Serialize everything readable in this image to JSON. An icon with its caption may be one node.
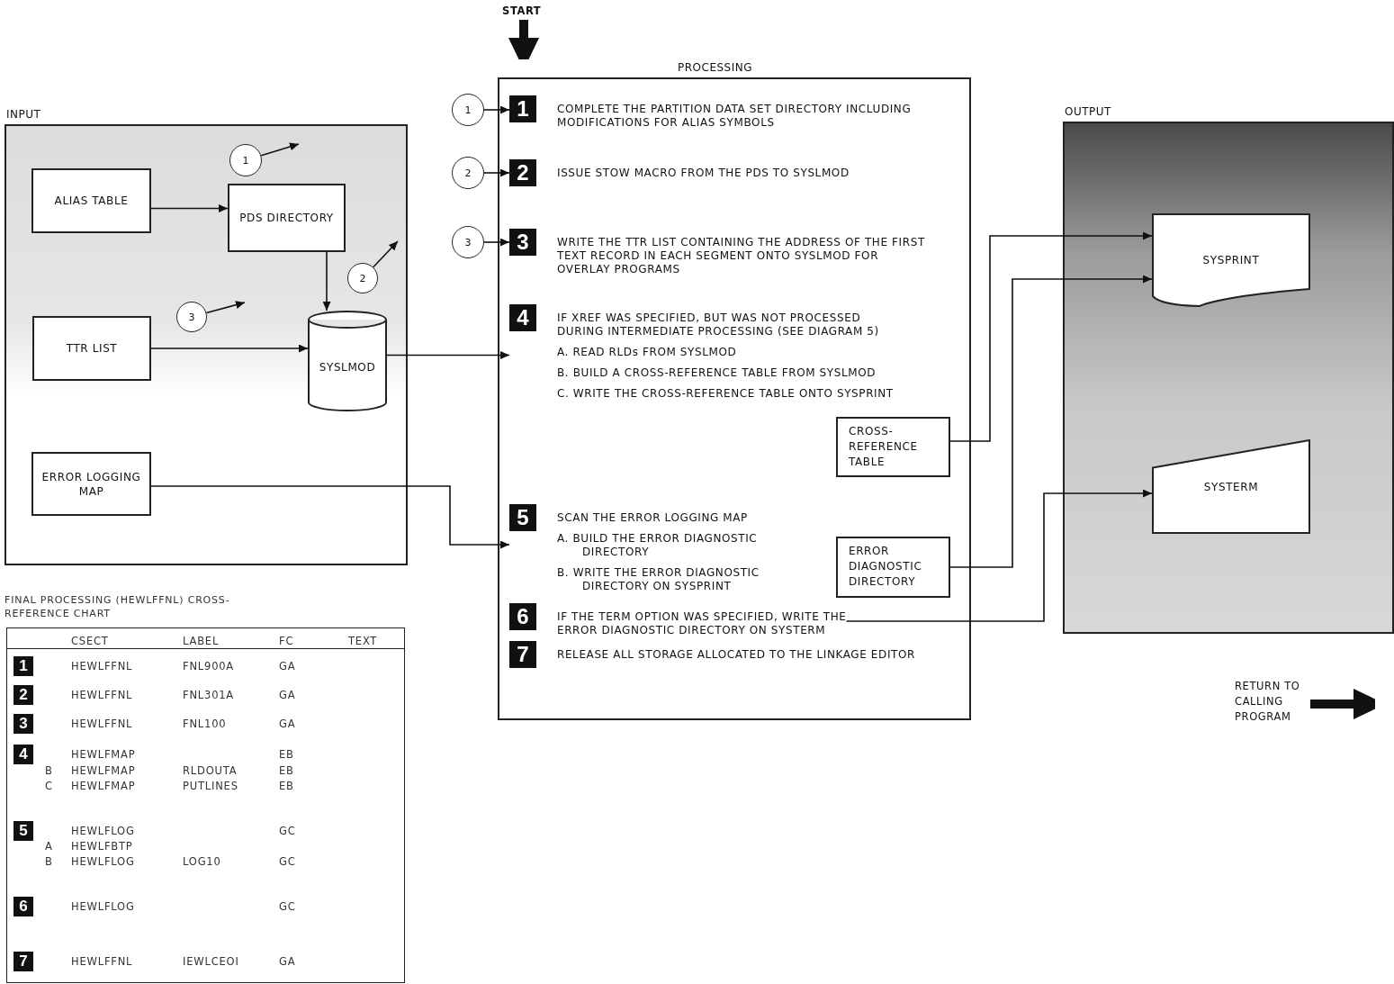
{
  "diagram": {
    "nodes": [
      {
        "text": [
          "INPUT"
        ]
      },
      {
        "text": [
          "ALIAS TABLE"
        ],
        "in": 0
      },
      {
        "text": [
          "PDS DIRECTORY"
        ],
        "in": 0
      },
      {
        "text": [
          "TTR LIST"
        ],
        "in": 0
      },
      {
        "text": [
          "SYSLMOD"
        ],
        "in": 0
      },
      {
        "text": [
          "ERROR LOGGING MAP"
        ],
        "in": 0
      },
      {
        "text": [
          "1"
        ],
        "in": 0
      },
      {
        "text": [
          "2"
        ],
        "in": 0
      },
      {
        "text": [
          "3"
        ],
        "in": 0
      },
      {
        "text": [
          "PROCESSING"
        ]
      },
      {
        "text": [
          "1"
        ],
        "in": 9,
        "beside": [
          "COMPLETE THE PARTITION DATA SET DIRECTORY INCLUDING MODIFICATIONS FOR ALIAS SYMBOLS"
        ]
      },
      {
        "text": [
          "2"
        ],
        "in": 9,
        "beside": [
          "ISSUE STOW MACRO FROM THE PDS TO SYSLMOD"
        ]
      },
      {
        "text": [
          "3"
        ],
        "in": 9,
        "beside": [
          "WRITE THE TTR LIST CONTAINING THE ADDRESS OF THE FIRST TEXT RECORD IN EACH SEGMENT ONTO SYSLMOD FOR OVERLAY PROGRAMS"
        ]
      },
      {
        "text": [
          "4"
        ],
        "in": 9,
        "beside": [
          "IF XREF WAS SPECIFIED, BUT WAS NOT PROCESSED DURING INTERMEDIATE PROCESSING (SEE DIAGRAM 5)",
          "A. READ RLDs FROM SYSLMOD",
          "B. BUILD A CROSS-REFERENCE TABLE FROM SYSLMOD",
          "C. WRITE THE CROSS-REFERENCE TABLE ONTO SYSPRINT"
        ]
      },
      {
        "text": [
          "5"
        ],
        "in": 9,
        "beside": [
          "SCAN THE ERROR LOGGING MAP",
          "A. BUILD THE ERROR DIAGNOSTIC DIRECTORY",
          "B. WRITE THE ERROR DIAGNOSTIC DIRECTORY ON SYSPRINT"
        ]
      },
      {
        "text": [
          "6"
        ],
        "in": 9,
        "beside": [
          "IF THE TERM OPTION WAS SPECIFIED, WRITE THE ERROR DIAGNOSTIC DIRECTORY ON SYSTERM"
        ]
      },
      {
        "text": [
          "7"
        ],
        "in": 9,
        "beside": [
          "RELEASE ALL STORAGE ALLOCATED TO THE LINKAGE EDITOR"
        ]
      },
      {
        "text": [
          "1"
        ]
      },
      {
        "text": [
          "2"
        ]
      },
      {
        "text": [
          "3"
        ]
      },
      {
        "text": [
          "CROSS-REFERENCE TABLE"
        ],
        "in": 9
      },
      {
        "text": [
          "ERROR DIAGNOSTIC DIRECTORY"
        ],
        "in": 9
      },
      {
        "text": [
          "OUTPUT"
        ]
      },
      {
        "text": [
          "SYSPRINT"
        ],
        "in": 22
      },
      {
        "text": [
          "SYSTERM"
        ],
        "in": 22
      },
      {
        "text": [
          "START"
        ]
      },
      {
        "text": [
          "RETURN TO CALLING PROGRAM"
        ]
      }
    ],
    "edges": [
      {
        "from": 1,
        "to": 2,
        "arrow": "to"
      },
      {
        "from": 2,
        "to": 4,
        "arrow": "to"
      },
      {
        "from": 3,
        "to": 4,
        "arrow": "to"
      },
      {
        "from": 4,
        "to": 13,
        "arrow": "to"
      },
      {
        "from": 5,
        "to": 14,
        "arrow": "to"
      },
      {
        "from": 6,
        "to": null,
        "arrow": "to"
      },
      {
        "from": 7,
        "to": null,
        "arrow": "to"
      },
      {
        "from": 8,
        "to": null,
        "arrow": "to"
      },
      {
        "from": 17,
        "to": 10,
        "arrow": "to"
      },
      {
        "from": 18,
        "to": 11,
        "arrow": "to"
      },
      {
        "from": 19,
        "to": 12,
        "arrow": "to"
      },
      {
        "from": 20,
        "to": 23,
        "arrow": "to"
      },
      {
        "from": 21,
        "to": 23,
        "arrow": "to"
      },
      {
        "from": 15,
        "to": 24,
        "arrow": "to"
      },
      {
        "from": 25,
        "to": 9,
        "arrow": "to",
        "style": "thick"
      },
      {
        "from": 26,
        "to": null,
        "arrow": "to",
        "style": "thick"
      }
    ],
    "labels": [
      "FINAL PROCESSING (HEWLFFNL) CROSS-REFERENCE CHART",
      "CSECT",
      "LABEL",
      "FC",
      "TEXT",
      "1",
      "HEWLFFNL",
      "FNL900A",
      "GA",
      "2",
      "HEWLFFNL",
      "FNL301A",
      "GA",
      "3",
      "HEWLFFNL",
      "FNL100",
      "GA",
      "4",
      "HEWLFMAP",
      "EB",
      "B",
      "HEWLFMAP",
      "RLDOUTA",
      "EB",
      "C",
      "HEWLFMAP",
      "PUTLINES",
      "EB",
      "5",
      "HEWLFLOG",
      "GC",
      "A",
      "HEWLFBTP",
      "B",
      "HEWLFLOG",
      "LOG10",
      "GC",
      "6",
      "HEWLFLOG",
      "GC",
      "7",
      "HEWLFFNL",
      "IEWLCEOI",
      "GA"
    ]
  }
}
